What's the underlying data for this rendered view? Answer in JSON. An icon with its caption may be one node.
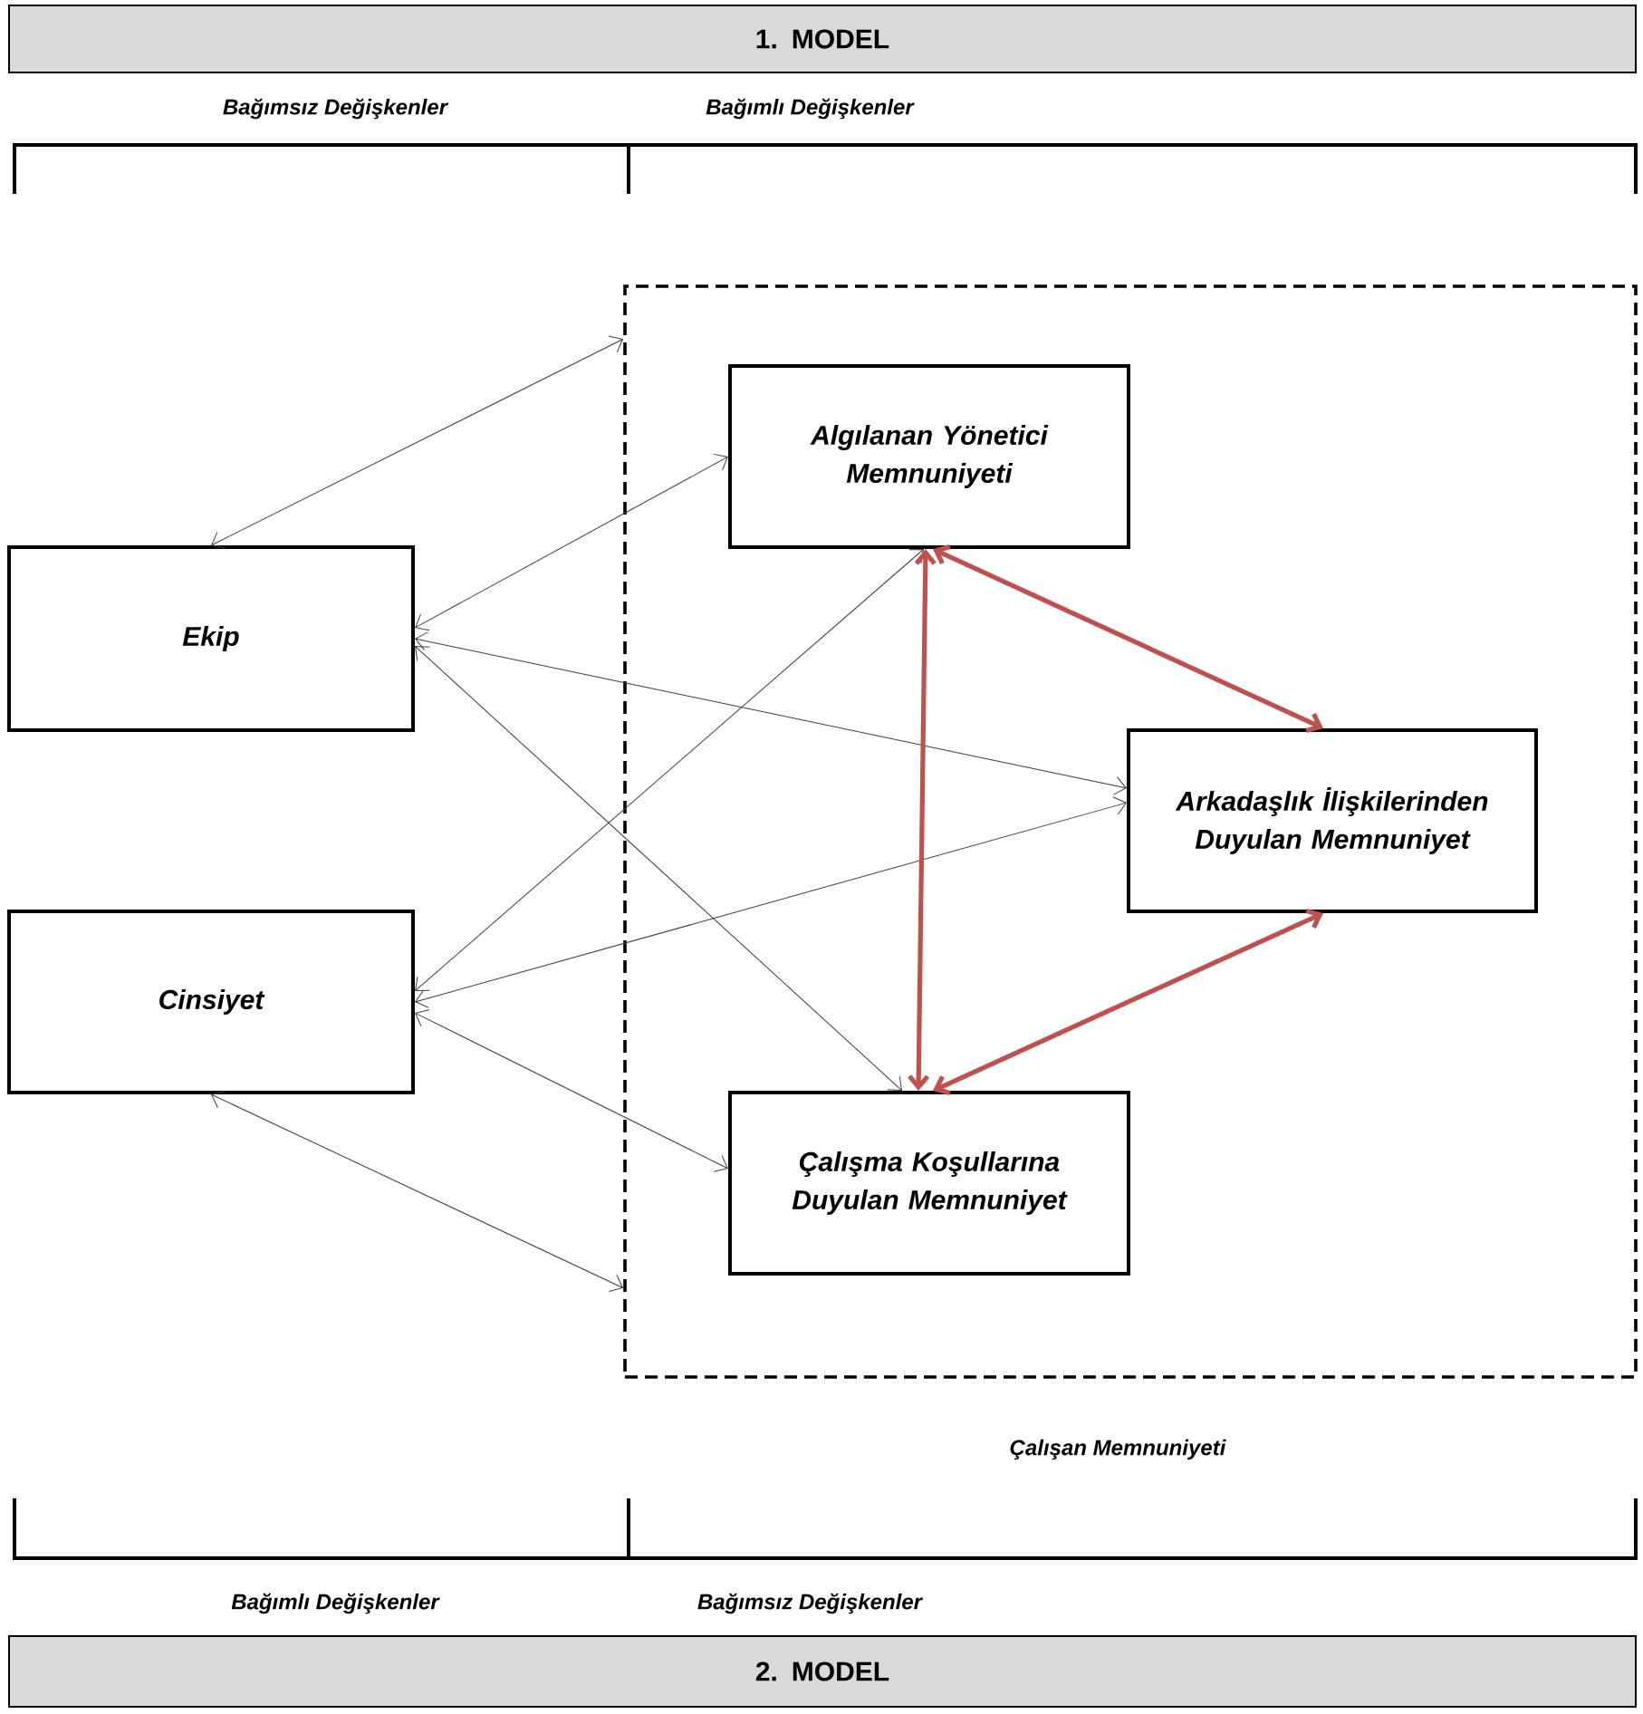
{
  "diagram": {
    "nodes": [
      {
        "text": [
          "1. MODEL"
        ]
      },
      {
        "text": [],
        "shape": "box",
        "beside": [
          "Çalışan Memnuniyeti"
        ]
      },
      {
        "text": [
          "Algılanan Yönetici Memnuniyeti"
        ],
        "in": 1
      },
      {
        "text": [
          "Ekip"
        ]
      },
      {
        "text": [
          "Arkadaşlık İlişkilerinden Duyulan Memnuniyet"
        ],
        "in": 1
      },
      {
        "text": [
          "Cinsiyet"
        ]
      },
      {
        "text": [
          "Çalışma Koşullarına Duyulan Memnuniyet"
        ],
        "in": 1
      },
      {
        "text": [
          "2. MODEL"
        ]
      }
    ],
    "edges": [
      {
        "from": 3,
        "to": 1,
        "arrow": "both"
      },
      {
        "from": 3,
        "to": 2,
        "arrow": "both"
      },
      {
        "from": 3,
        "to": 4,
        "arrow": "both"
      },
      {
        "from": 3,
        "to": 6,
        "arrow": "both"
      },
      {
        "from": 5,
        "to": 2,
        "arrow": "both"
      },
      {
        "from": 5,
        "to": 4,
        "arrow": "both"
      },
      {
        "from": 5,
        "to": 6,
        "arrow": "both"
      },
      {
        "from": 5,
        "to": 1,
        "arrow": "both"
      },
      {
        "from": 2,
        "to": 4,
        "arrow": "both",
        "style": "thick",
        "color": "#c0504d"
      },
      {
        "from": 2,
        "to": 6,
        "arrow": "both",
        "style": "thick",
        "color": "#c0504d"
      },
      {
        "from": 6,
        "to": 4,
        "arrow": "both",
        "style": "thick",
        "color": "#c0504d"
      }
    ],
    "labels": [
      "Bağımsız Değişkenler",
      "Bağımlı Değişkenler",
      "Bağımlı Değişkenler",
      "Bağımsız Değişkenler"
    ]
  }
}
